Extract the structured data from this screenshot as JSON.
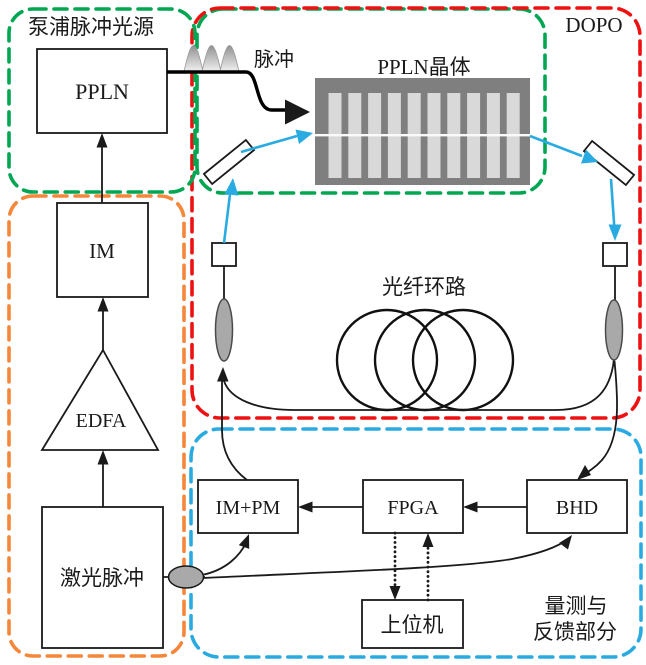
{
  "colors": {
    "green": "#00A651",
    "red": "#EE1111",
    "orange": "#F5873B",
    "blue": "#29ABE2",
    "crystal": "#7F7F7F",
    "stripe": "#D9D9D9",
    "gray": "#A9A9A9"
  },
  "regions": {
    "pump_source": {
      "label": "泵浦脉冲光源"
    },
    "dopo": {
      "label": "DOPO"
    },
    "measurement": {
      "label_line1": "量测与",
      "label_line2": "反馈部分"
    }
  },
  "nodes": {
    "ppln": {
      "label": "PPLN"
    },
    "pulse": {
      "label": "脉冲"
    },
    "crystal": {
      "label": "PPLN晶体"
    },
    "im": {
      "label": "IM"
    },
    "edfa": {
      "label": "EDFA"
    },
    "laser": {
      "label": "激光脉冲"
    },
    "fiber_loop": {
      "label": "光纤环路"
    },
    "im_pm": {
      "label": "IM+PM"
    },
    "fpga": {
      "label": "FPGA"
    },
    "bhd": {
      "label": "BHD"
    },
    "host": {
      "label": "上位机"
    }
  }
}
